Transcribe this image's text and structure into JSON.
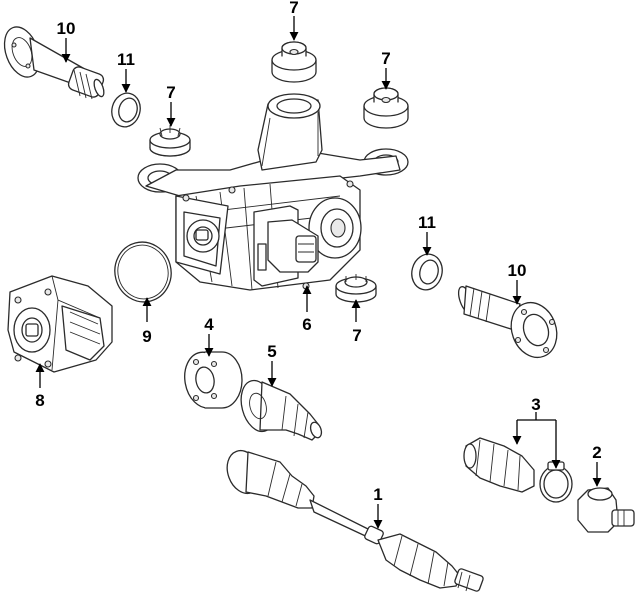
{
  "diagram": {
    "callouts": [
      {
        "id": "c10a",
        "label": "10"
      },
      {
        "id": "c11a",
        "label": "11"
      },
      {
        "id": "c7a",
        "label": "7"
      },
      {
        "id": "c7b",
        "label": "7"
      },
      {
        "id": "c7c",
        "label": "7"
      },
      {
        "id": "c7d",
        "label": "7"
      },
      {
        "id": "c11b",
        "label": "11"
      },
      {
        "id": "c10b",
        "label": "10"
      },
      {
        "id": "c6",
        "label": "6"
      },
      {
        "id": "c9",
        "label": "9"
      },
      {
        "id": "c8",
        "label": "8"
      },
      {
        "id": "c4",
        "label": "4"
      },
      {
        "id": "c5",
        "label": "5"
      },
      {
        "id": "c3",
        "label": "3"
      },
      {
        "id": "c2",
        "label": "2"
      },
      {
        "id": "c1",
        "label": "1"
      }
    ]
  }
}
